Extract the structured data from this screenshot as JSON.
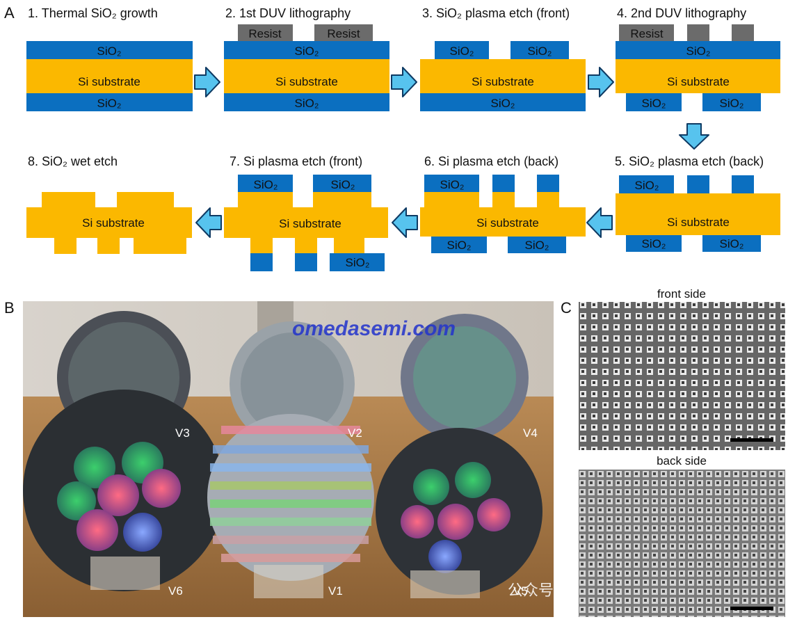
{
  "panels": {
    "a": "A",
    "b": "B",
    "c": "C"
  },
  "steps": [
    {
      "number": "1.",
      "title": "Thermal SiO₂ growth"
    },
    {
      "number": "2.",
      "title": "1st DUV lithography"
    },
    {
      "number": "3.",
      "title": "SiO₂ plasma etch (front)"
    },
    {
      "number": "4.",
      "title": "2nd DUV lithography"
    },
    {
      "number": "5.",
      "title": "SiO₂ plasma etch (back)"
    },
    {
      "number": "6.",
      "title": "Si plasma etch (back)"
    },
    {
      "number": "7.",
      "title": "Si plasma etch (front)"
    },
    {
      "number": "8.",
      "title": "SiO₂ wet etch"
    }
  ],
  "layers": {
    "oxide": "SiO₂",
    "substrate": "Si substrate",
    "resist": "Resist"
  },
  "photo": {
    "watermark": "omedasemi.com",
    "wafer_labels": [
      "V3",
      "V2",
      "V4",
      "V6",
      "V1",
      "V5"
    ],
    "cn_watermark": "公众号 · 光学加工小助手"
  },
  "sem": {
    "front_title": "front side",
    "back_title": "back side"
  },
  "colors": {
    "oxide": "#0b6fc0",
    "substrate": "#fbb800",
    "resist": "#6b6b6b",
    "arrow_fill": "#57c3ee",
    "arrow_stroke": "#0e3a63"
  }
}
